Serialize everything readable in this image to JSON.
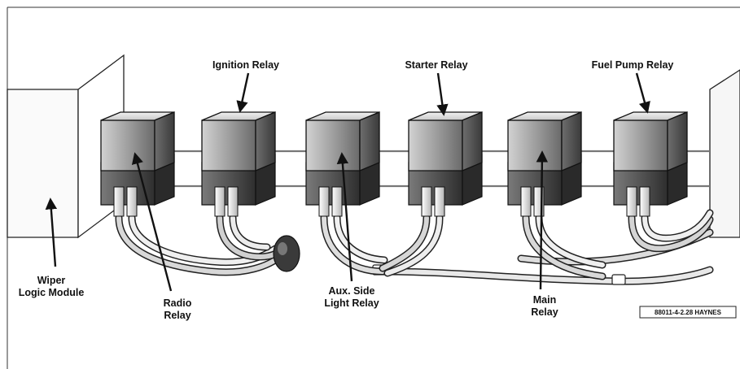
{
  "labels": {
    "ignition": "Ignition Relay",
    "starter": "Starter Relay",
    "fuel_pump": "Fuel Pump Relay",
    "wiper_l1": "Wiper",
    "wiper_l2": "Logic Module",
    "radio_l1": "Radio",
    "radio_l2": "Relay",
    "aux_l1": "Aux. Side",
    "aux_l2": "Light Relay",
    "main_l1": "Main",
    "main_l2": "Relay"
  },
  "figure_code": "88011-4-2.28 HAYNES"
}
